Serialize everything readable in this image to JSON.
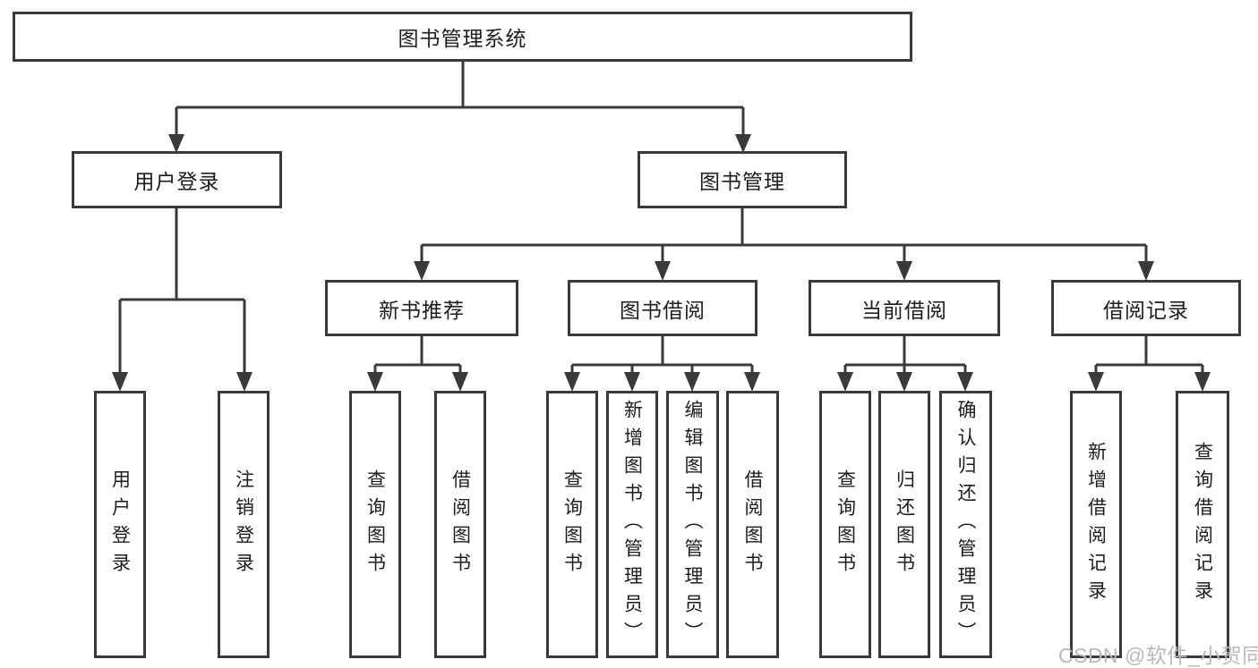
{
  "diagram": {
    "root": "图书管理系统",
    "level2": [
      {
        "label": "用户登录"
      },
      {
        "label": "图书管理"
      }
    ],
    "level3": [
      {
        "label": "新书推荐"
      },
      {
        "label": "图书借阅"
      },
      {
        "label": "当前借阅"
      },
      {
        "label": "借阅记录"
      }
    ],
    "leaves": {
      "user_login": [
        "用户登录",
        "注销登录"
      ],
      "new_book_recommend": [
        "查询图书",
        "借阅图书"
      ],
      "book_borrow": [
        "查询图书",
        "新增图书（管理员）",
        "编辑图书（管理员）",
        "借阅图书"
      ],
      "current_borrow": [
        "查询图书",
        "归还图书",
        "确认归还（管理员）"
      ],
      "borrow_record": [
        "新增借阅记录",
        "查询借阅记录"
      ]
    }
  },
  "watermark": "CSDN @软件_小贺同学",
  "colors": {
    "line": "#3a3a3a",
    "text": "#1d1d1d",
    "watermark": "#b9b9b9",
    "background": "#ffffff"
  }
}
